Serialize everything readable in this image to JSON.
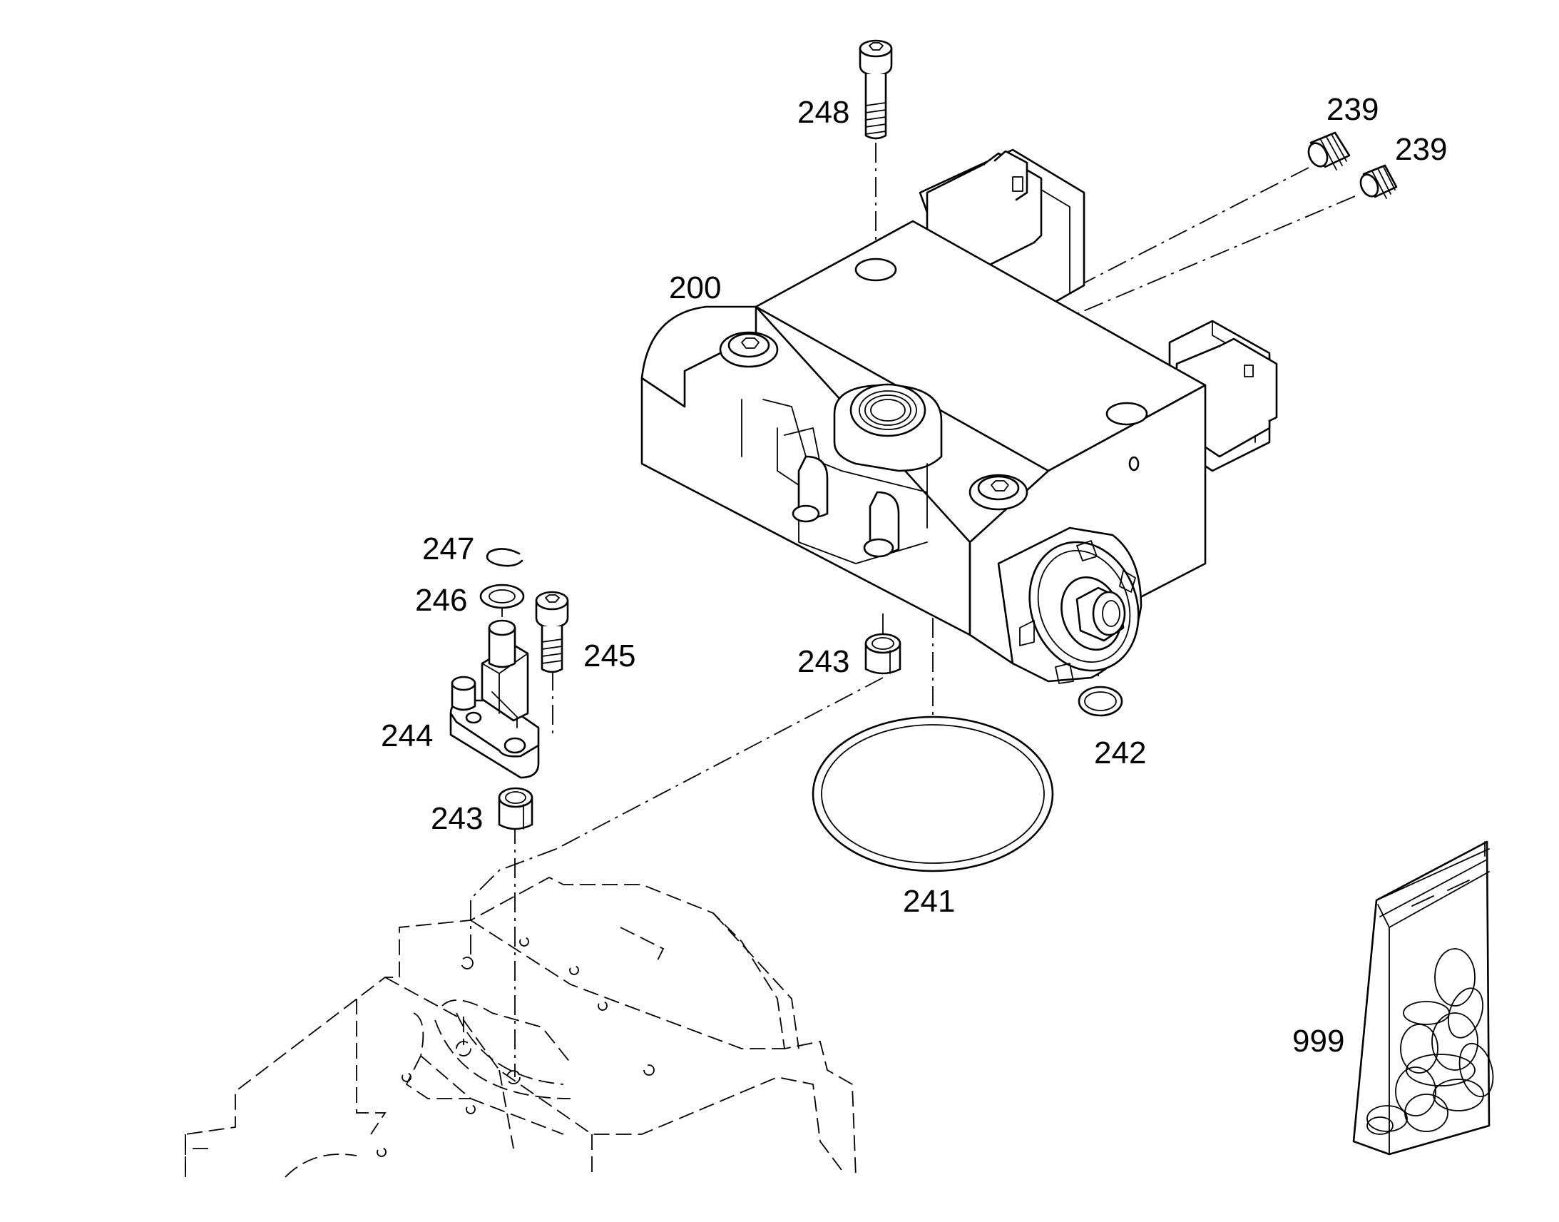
{
  "labels": {
    "l248": "248",
    "l239a": "239",
    "l239b": "239",
    "l200": "200",
    "l247": "247",
    "l246": "246",
    "l245": "245",
    "l243a": "243",
    "l244": "244",
    "l242": "242",
    "l243b": "243",
    "l241": "241",
    "l999": "999"
  },
  "colors": {
    "line": "#000000",
    "background": "#ffffff"
  }
}
